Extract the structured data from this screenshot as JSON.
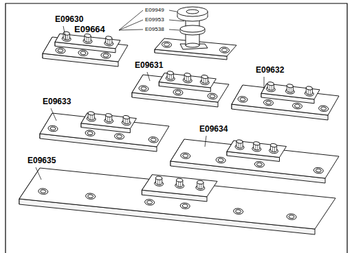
{
  "diagram": {
    "labels": [
      "E09664",
      "E09949",
      "E09953",
      "E09538",
      "E09630",
      "E09631",
      "E09632",
      "E09633",
      "E09634",
      "E09635"
    ]
  }
}
